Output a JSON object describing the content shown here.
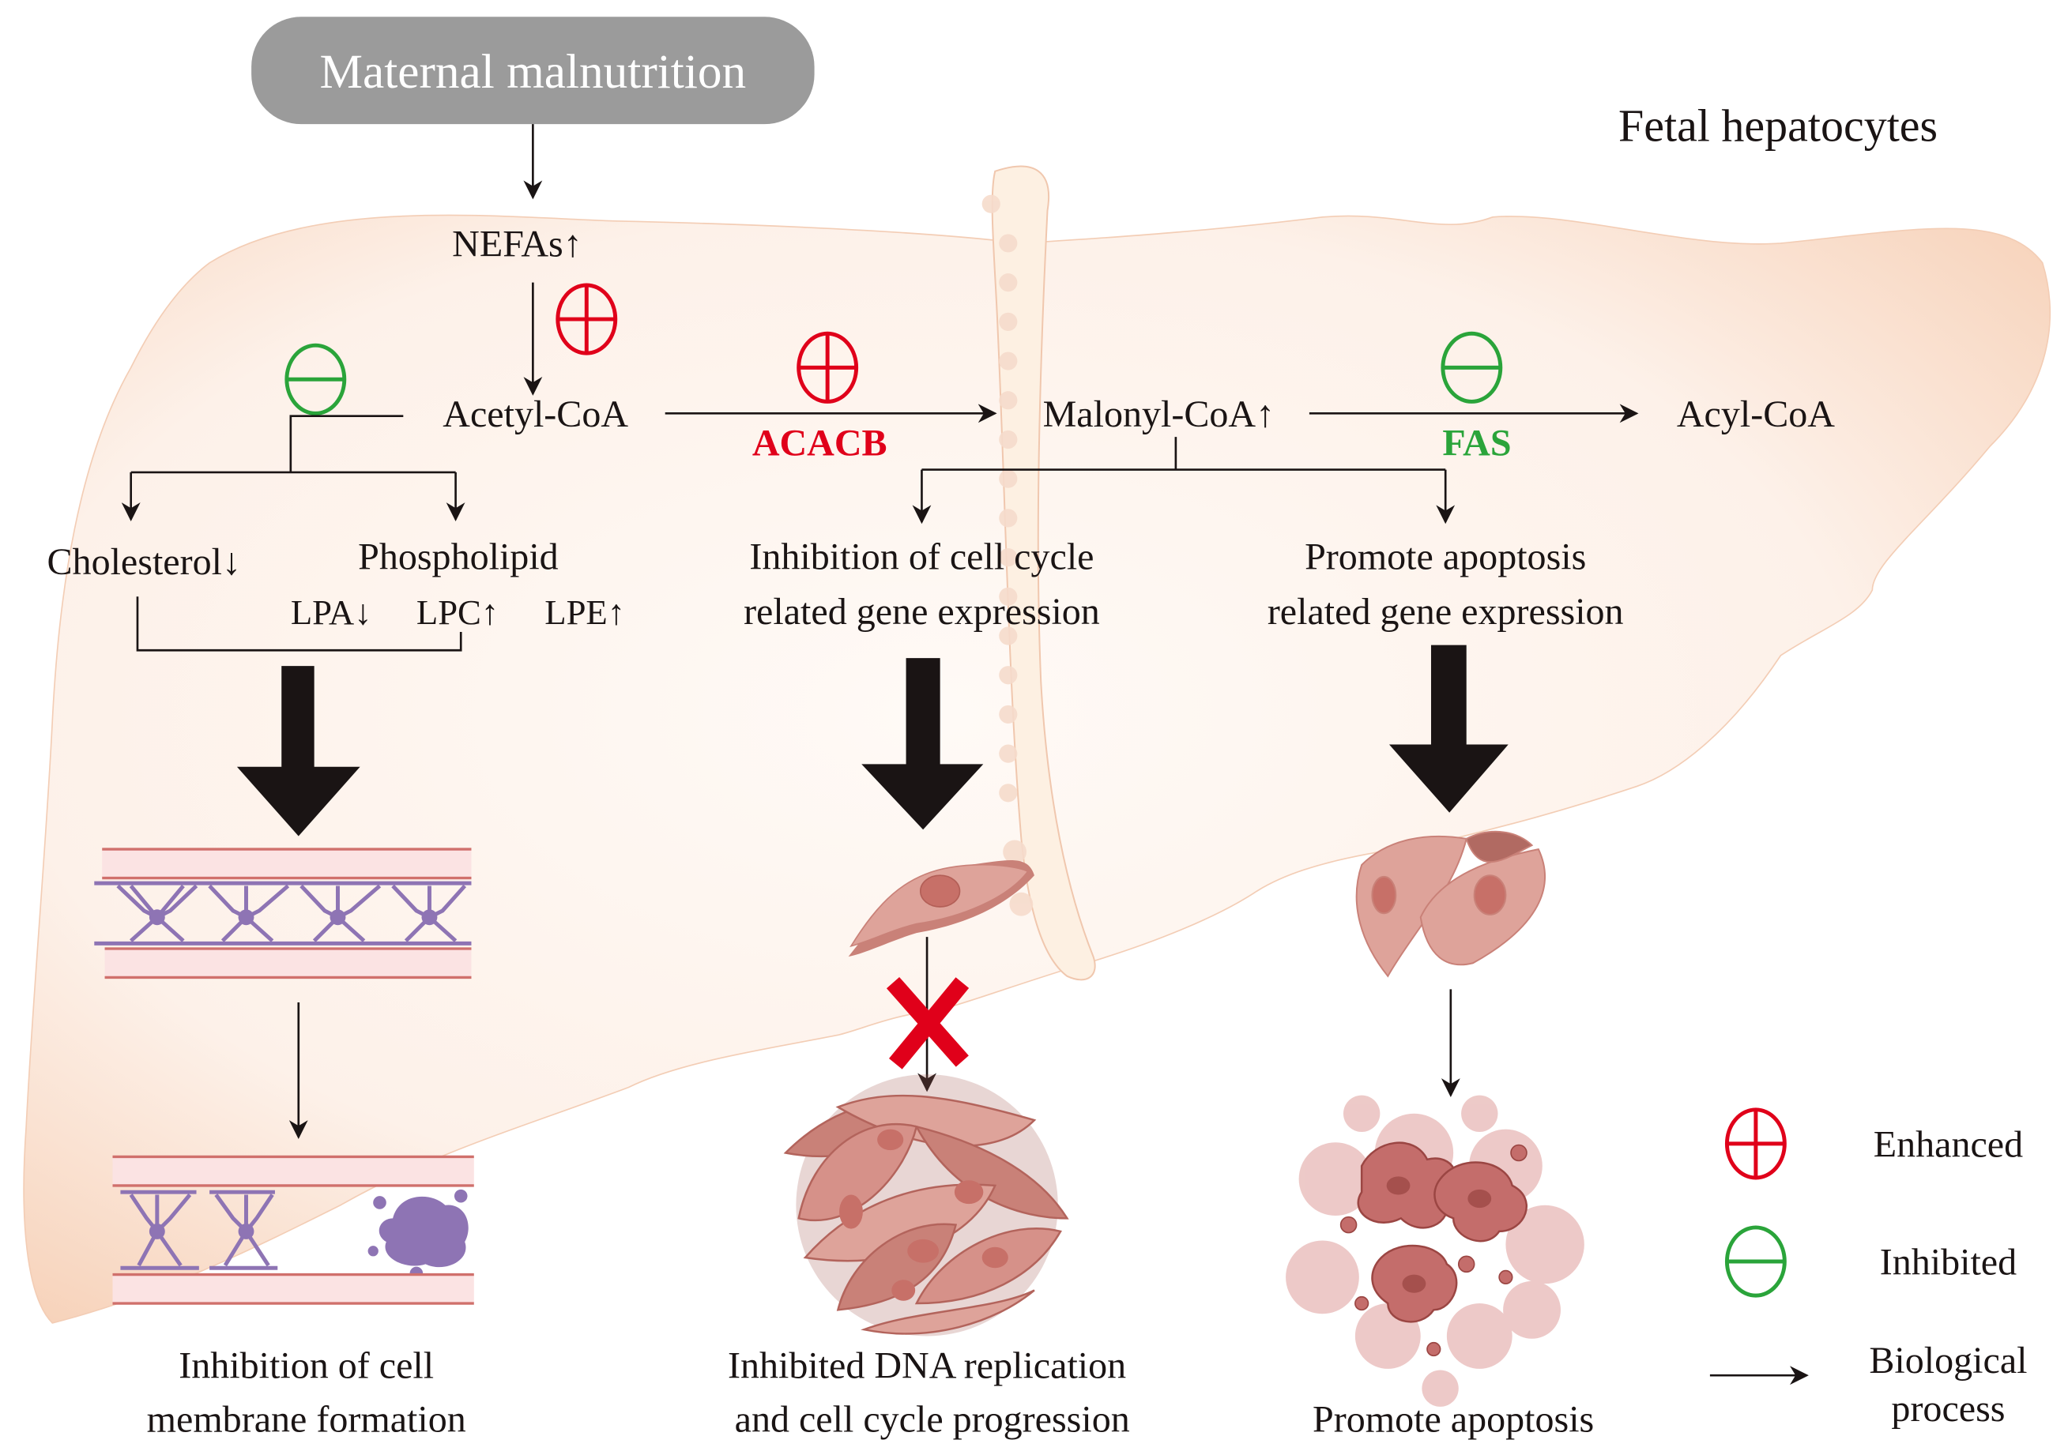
{
  "title_box": "Maternal malnutrition",
  "region_label": "Fetal hepatocytes",
  "colors": {
    "enhanced": "#e0001a",
    "inhibited": "#2aa43a",
    "liver": "#fbe3d2",
    "cell": "#d9948a",
    "neuron": "#8e74b4",
    "arrow": "#1a1414"
  },
  "nodes": {
    "nefas": "NEFAs",
    "acetyl_coa": "Acetyl-CoA",
    "malonyl_coa": "Malonyl-CoA",
    "acyl_coa": "Acyl-CoA",
    "cholesterol": "Cholesterol",
    "phospholipid": "Phospholipid",
    "lpa": "LPA",
    "lpc": "LPC",
    "lpe": "LPE",
    "cell_cycle_line1": "Inhibition of cell cycle",
    "cell_cycle_line2": "related gene expression",
    "apoptosis_line1": "Promote apoptosis",
    "apoptosis_line2": "related gene expression"
  },
  "enzymes": {
    "acacb": "ACACB",
    "fas": "FAS"
  },
  "trend_arrows": {
    "up": "↑",
    "down": "↓"
  },
  "outcomes": {
    "membrane_line1": "Inhibition of cell",
    "membrane_line2": "membrane formation",
    "dna_line1": "Inhibited DNA replication",
    "dna_line2": "and cell cycle progression",
    "apoptosis": "Promote apoptosis"
  },
  "legend": {
    "enhanced": "Enhanced",
    "inhibited": "Inhibited",
    "process_line1": "Biological",
    "process_line2": "process"
  }
}
